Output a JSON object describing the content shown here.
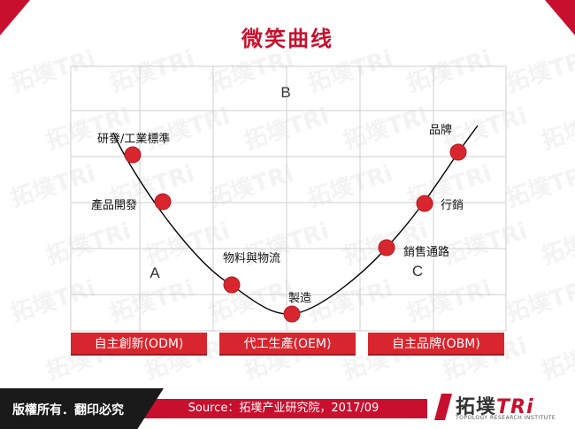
{
  "title": "微笑曲线",
  "regions": {
    "top": "B",
    "left": "A",
    "right": "C"
  },
  "points": [
    {
      "id": "rd",
      "label": "研發/工業標準"
    },
    {
      "id": "product-dev",
      "label": "產品開發"
    },
    {
      "id": "logistics",
      "label": "物料與物流"
    },
    {
      "id": "manufacturing",
      "label": "製造"
    },
    {
      "id": "sales-channel",
      "label": "銷售通路"
    },
    {
      "id": "marketing",
      "label": "行銷"
    },
    {
      "id": "brand",
      "label": "品牌"
    }
  ],
  "phases": [
    {
      "label": "自主創新(ODM)"
    },
    {
      "label": "代工生產(OEM)"
    },
    {
      "label": "自主品牌(OBM)"
    }
  ],
  "footer": {
    "copyright": "版權所有．翻印必究",
    "source": "Source：拓墣产业研究院，2017/09"
  },
  "logo": {
    "chinese": "拓墣",
    "tri": "TRi",
    "subtitle": "TOPOLOGY RESEARCH INSTITUTE"
  },
  "watermark_text": "拓墣TRi",
  "colors": {
    "accent": "#c8102e",
    "dot": "#d9262e",
    "footer_dark": "#1a1a1a"
  }
}
